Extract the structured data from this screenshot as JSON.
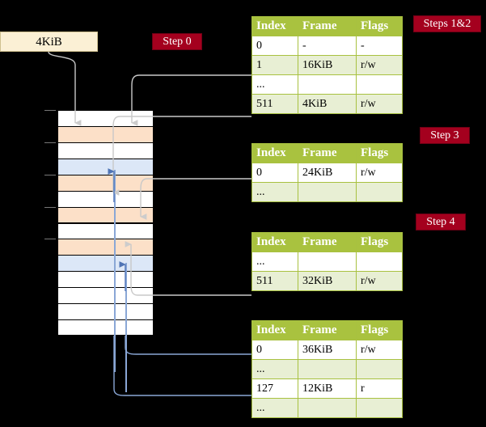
{
  "title": "Page table walk diagram",
  "colors": {
    "badge_bg": "#a4001e",
    "badge_text": "#ffffff",
    "table_header_bg": "#a9c23f",
    "table_alt_row_bg": "#e8efd4",
    "highlight_bg": "#fbfbb0",
    "frame_box_bg": "#fbf0d5",
    "row_orange": "#fce0c8",
    "row_blue": "#dce7f7",
    "arrow_gray": "#c9c9c9",
    "arrow_blue": "#5b7fbf",
    "connector_gray": "#c8c8c8",
    "connector_blue": "#8aa7d6",
    "background": "#000000"
  },
  "frame_box": {
    "label": "4KiB"
  },
  "badges": [
    {
      "name": "step-0",
      "label": "Step 0"
    },
    {
      "name": "steps-1-2",
      "label": "Steps 1&2"
    },
    {
      "name": "step-3",
      "label": "Step 3"
    },
    {
      "name": "step-4",
      "label": "Step 4"
    }
  ],
  "tables": [
    {
      "name": "page-table-level-1",
      "columns": [
        "Index",
        "Frame",
        "Flags"
      ],
      "rows": [
        {
          "style": "plain",
          "highlight": false,
          "cells": [
            "0",
            "-",
            "-"
          ]
        },
        {
          "style": "alt",
          "highlight": false,
          "cells": [
            "1",
            "16KiB",
            "r/w"
          ]
        },
        {
          "style": "plain",
          "highlight": false,
          "cells": [
            "...",
            "",
            ""
          ]
        },
        {
          "style": "alt",
          "highlight": true,
          "cells": [
            "511",
            "4KiB",
            "r/w"
          ]
        }
      ]
    },
    {
      "name": "page-table-level-2",
      "columns": [
        "Index",
        "Frame",
        "Flags"
      ],
      "rows": [
        {
          "style": "plain",
          "highlight": false,
          "cells": [
            "0",
            "24KiB",
            "r/w"
          ]
        },
        {
          "style": "alt",
          "highlight": false,
          "cells": [
            "...",
            "",
            ""
          ]
        }
      ]
    },
    {
      "name": "page-table-level-3",
      "columns": [
        "Index",
        "Frame",
        "Flags"
      ],
      "rows": [
        {
          "style": "plain",
          "highlight": false,
          "cells": [
            "...",
            "",
            ""
          ]
        },
        {
          "style": "alt",
          "highlight": false,
          "cells": [
            "511",
            "32KiB",
            "r/w"
          ]
        }
      ]
    },
    {
      "name": "page-table-level-4",
      "columns": [
        "Index",
        "Frame",
        "Flags"
      ],
      "rows": [
        {
          "style": "plain",
          "highlight": false,
          "cells": [
            "0",
            "36KiB",
            "r/w"
          ]
        },
        {
          "style": "alt",
          "highlight": false,
          "cells": [
            "...",
            "",
            ""
          ]
        },
        {
          "style": "plain",
          "highlight": false,
          "cells": [
            "127",
            "12KiB",
            "r"
          ]
        },
        {
          "style": "alt",
          "highlight": false,
          "cells": [
            "...",
            "",
            ""
          ]
        }
      ]
    }
  ],
  "memory_grid": {
    "name": "physical-memory-frames",
    "rows": [
      {
        "fill": "white"
      },
      {
        "fill": "orange"
      },
      {
        "fill": "white"
      },
      {
        "fill": "blue"
      },
      {
        "fill": "orange"
      },
      {
        "fill": "white"
      },
      {
        "fill": "orange"
      },
      {
        "fill": "white"
      },
      {
        "fill": "orange"
      },
      {
        "fill": "blue"
      },
      {
        "fill": "white"
      },
      {
        "fill": "white"
      },
      {
        "fill": "white"
      },
      {
        "fill": "white"
      }
    ]
  }
}
